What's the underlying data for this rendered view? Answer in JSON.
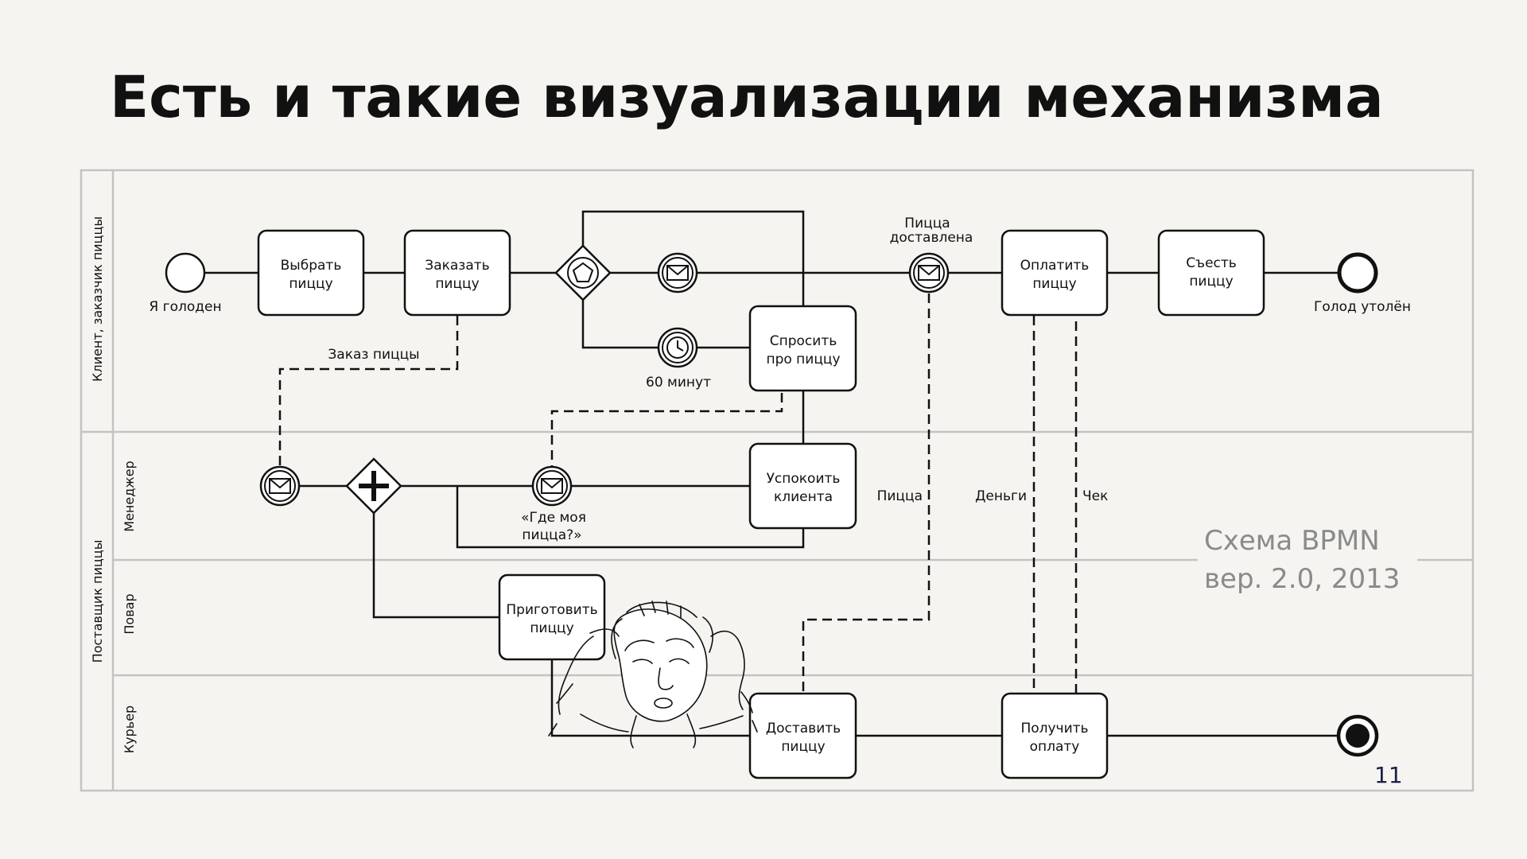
{
  "slide": {
    "title": "Есть и такие визуализации механизма",
    "caption": [
      "Схема BPMN",
      "вер. 2.0, 2013"
    ],
    "page_number": "11"
  },
  "lanes": {
    "client": "Клиент, заказчик пиццы",
    "provider": "Поставщик пиццы",
    "manager": "Менеджер",
    "cook": "Повар",
    "courier": "Курьер"
  },
  "events": {
    "start": "Я голоден",
    "delivered": [
      "Пицца",
      "доставлена"
    ],
    "timer": "60 минут",
    "where": [
      "«Где моя",
      "пицца?»"
    ],
    "end": "Голод утолён"
  },
  "tasks": {
    "choose": [
      "Выбрать",
      "пиццу"
    ],
    "order": [
      "Заказать",
      "пиццу"
    ],
    "ask": [
      "Спросить",
      "про пиццу"
    ],
    "pay": [
      "Оплатить",
      "пиццу"
    ],
    "eat": [
      "Съесть",
      "пиццу"
    ],
    "calm": [
      "Успокоить",
      "клиента"
    ],
    "cook": [
      "Приготовить",
      "пиццу"
    ],
    "deliver": [
      "Доставить",
      "пиццу"
    ],
    "receive": [
      "Получить",
      "оплату"
    ]
  },
  "flows": {
    "order_msg": "Заказ пиццы",
    "pizza": "Пицца",
    "money": "Деньги",
    "receipt": "Чек"
  }
}
